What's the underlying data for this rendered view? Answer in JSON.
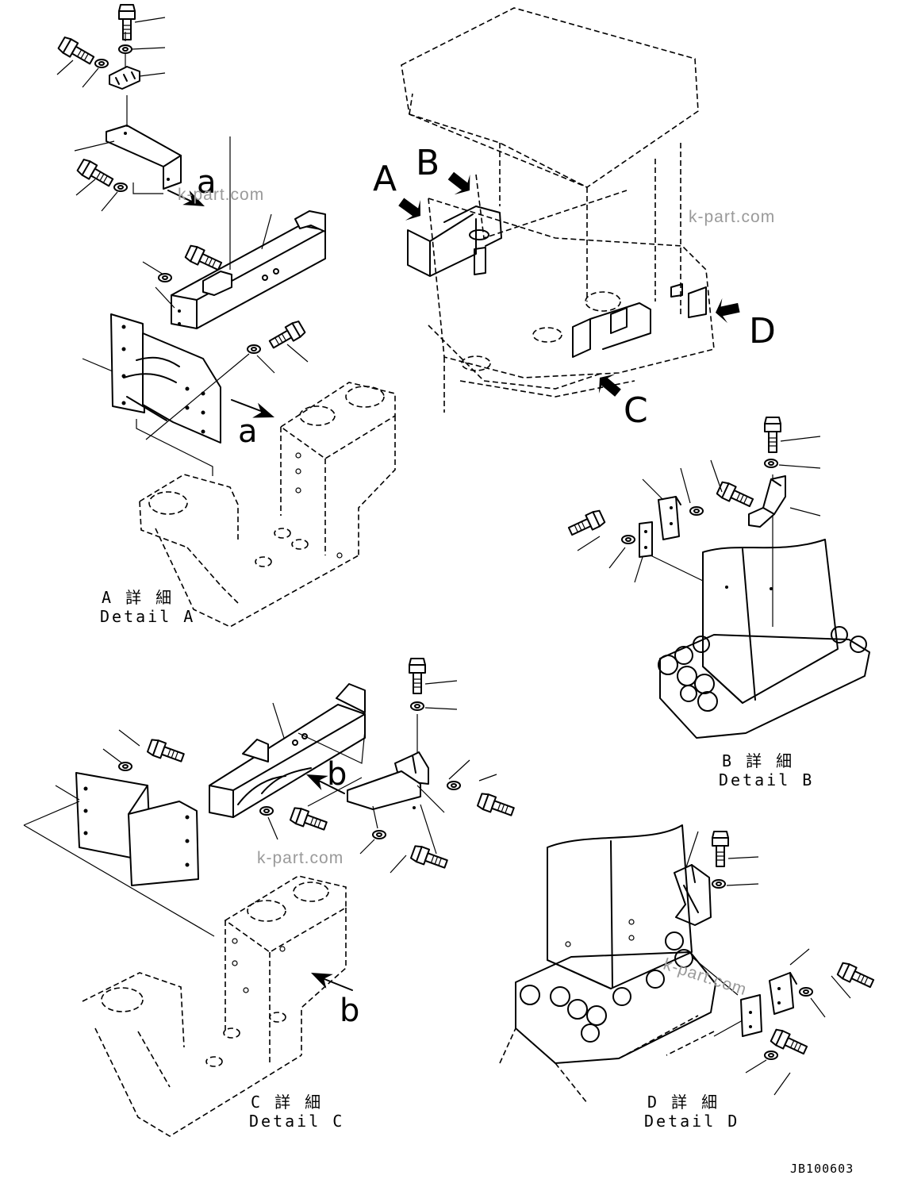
{
  "watermark": "k-part.com",
  "drawing_code": "JB100603",
  "callouts": {
    "main_a": "A",
    "main_b": "B",
    "main_c": "C",
    "main_d": "D",
    "small_a": "a",
    "small_b": "b"
  },
  "captions": {
    "detail_a_jp": "A 詳 細",
    "detail_a_en": "Detail A",
    "detail_b_jp": "B 詳 細",
    "detail_b_en": "Detail B",
    "detail_c_jp": "C 詳 細",
    "detail_c_en": "Detail C",
    "detail_d_jp": "D 詳 細",
    "detail_d_en": "Detail D"
  },
  "icons": {
    "bolt": "bolt-icon",
    "washer": "washer-icon",
    "view-arrow": "view-arrow-icon"
  }
}
